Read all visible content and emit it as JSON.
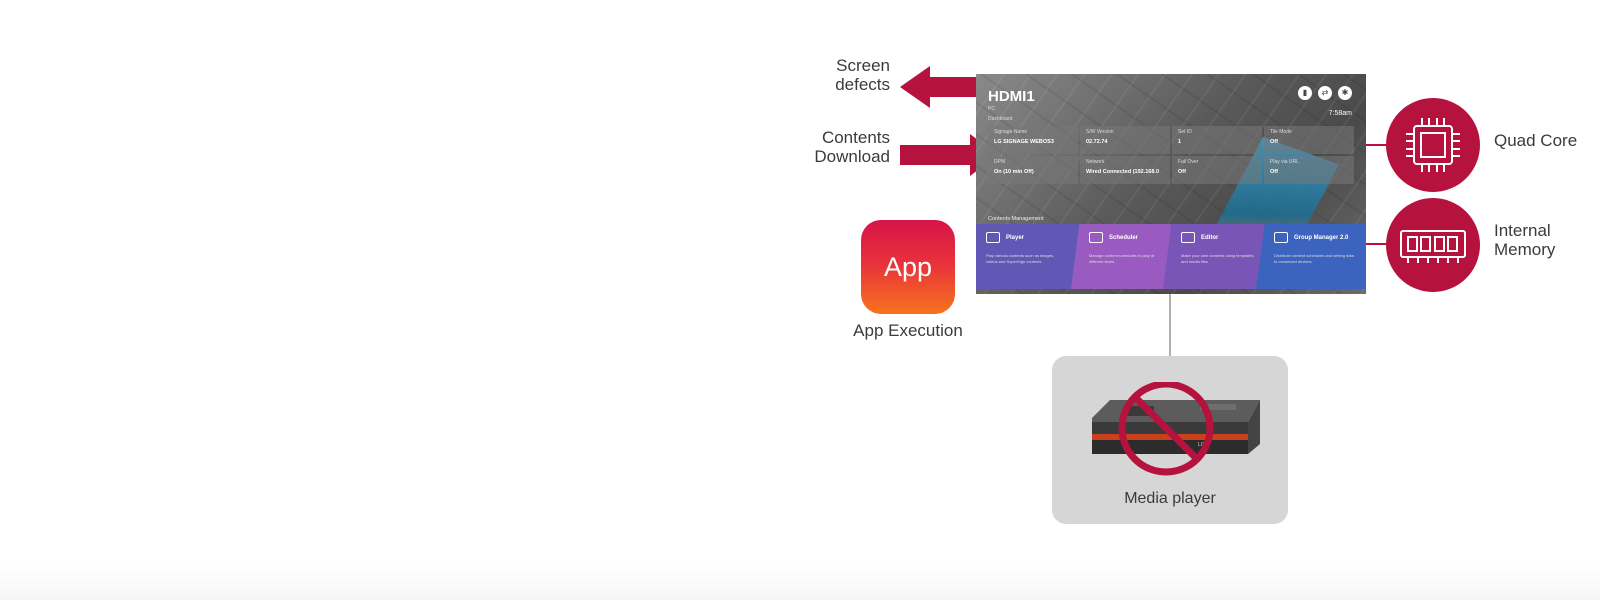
{
  "callouts": {
    "screen_defects": "Screen\ndefects",
    "contents_download": "Contents\nDownload",
    "app_execution": "App Execution",
    "quad_core": "Quad Core",
    "internal_memory": "Internal\nMemory",
    "media_player": "Media player"
  },
  "app_icon_text": "App",
  "screen": {
    "title": "HDMI1",
    "subtitle": "PC",
    "dashboard_label": "Dashboard",
    "time": "7:58am",
    "info": [
      {
        "key": "Signage Name",
        "value": "LG SIGNAGE WEBOS3"
      },
      {
        "key": "S/W Version",
        "value": "02.72.74"
      },
      {
        "key": "Set ID",
        "value": "1"
      },
      {
        "key": "Tile Mode",
        "value": "Off"
      },
      {
        "key": "DPM",
        "value": "On (10 min Off)"
      },
      {
        "key": "Network",
        "value": "Wired Connected (192.168.0"
      },
      {
        "key": "Fail Over",
        "value": "Off"
      },
      {
        "key": "Play via URL",
        "value": "Off"
      }
    ],
    "contents_management_label": "Contents Management",
    "tiles": [
      {
        "title": "Player",
        "desc": "Play various contents such as images, videos and SuperSign contents"
      },
      {
        "title": "Scheduler",
        "desc": "Manage content schedules to play at different times"
      },
      {
        "title": "Editor",
        "desc": "Make your own contents using templates and media files"
      },
      {
        "title": "Group Manager 2.0",
        "desc": "Distribute content schedules and setting data to connected devices"
      }
    ]
  },
  "colors": {
    "accent": "#b5123e",
    "card_bg": "#d6d6d6"
  }
}
